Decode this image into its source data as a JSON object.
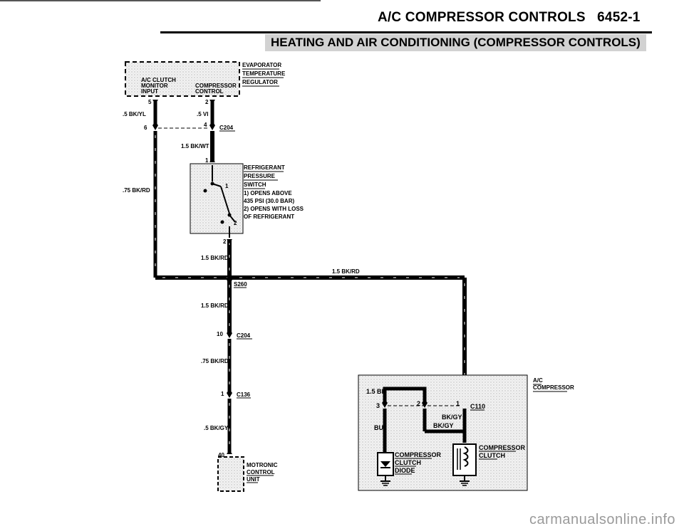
{
  "header": {
    "title": "A/C COMPRESSOR CONTROLS   6452-1",
    "section_title": "HEATING AND AIR CONDITIONING (COMPRESSOR CONTROLS)"
  },
  "diagram": {
    "evaporator_regulator": {
      "name_lines": [
        "EVAPORATOR",
        "TEMPERATURE",
        "REGULATOR"
      ],
      "input_lines": [
        "A/C CLUTCH",
        "MONITOR",
        "INPUT"
      ],
      "output_lines": [
        "COMPRESSOR",
        "CONTROL"
      ],
      "pin_input": "5",
      "pin_output": "2"
    },
    "wires": {
      "w1": ".5 BK/YL",
      "w2": ".5 VI",
      "w3": "1.5 BK/WT",
      "w4": ".75 BK/RD",
      "w5": "1.5 BK/RD",
      "w6": "1.5 BK/RD",
      "w7": "1.5 BK/RD",
      "w8": ".75 BK/RD",
      "w9": ".5 BK/GY",
      "w10": "1.5 BK",
      "w11": "BK/GY",
      "w12": "BK/GY",
      "w13": "BU"
    },
    "connectors": {
      "c204_top": {
        "name": "C204",
        "pin_left": "6",
        "pin_right": "4"
      },
      "s260": "S260",
      "c204_mid": {
        "name": "C204",
        "pin": "10"
      },
      "c136": {
        "name": "C136",
        "pin": "1"
      },
      "c110": {
        "name": "C110",
        "pin": "1"
      }
    },
    "pressure_switch": {
      "name_lines": [
        "REFRIGERANT",
        "PRESSURE",
        "SWITCH"
      ],
      "notes": [
        "1) OPENS ABOVE",
        "435 PSI (30.0 BAR)",
        "2) OPENS WITH LOSS",
        "OF REFRIGERANT"
      ],
      "pin_top": "1",
      "pin_bottom": "2",
      "contact_1": "1",
      "contact_2": "2"
    },
    "motronic": {
      "name_lines": [
        "MOTRONIC",
        "CONTROL",
        "UNIT"
      ],
      "pin": "40"
    },
    "compressor": {
      "name_lines": [
        "A/C",
        "COMPRESSOR"
      ],
      "diode_lines": [
        "COMPRESSOR",
        "CLUTCH",
        "DIODE"
      ],
      "clutch_lines": [
        "COMPRESSOR",
        "CLUTCH"
      ],
      "pin_3": "3",
      "pin_2": "2"
    }
  },
  "watermark": "carmanualsonline.info"
}
